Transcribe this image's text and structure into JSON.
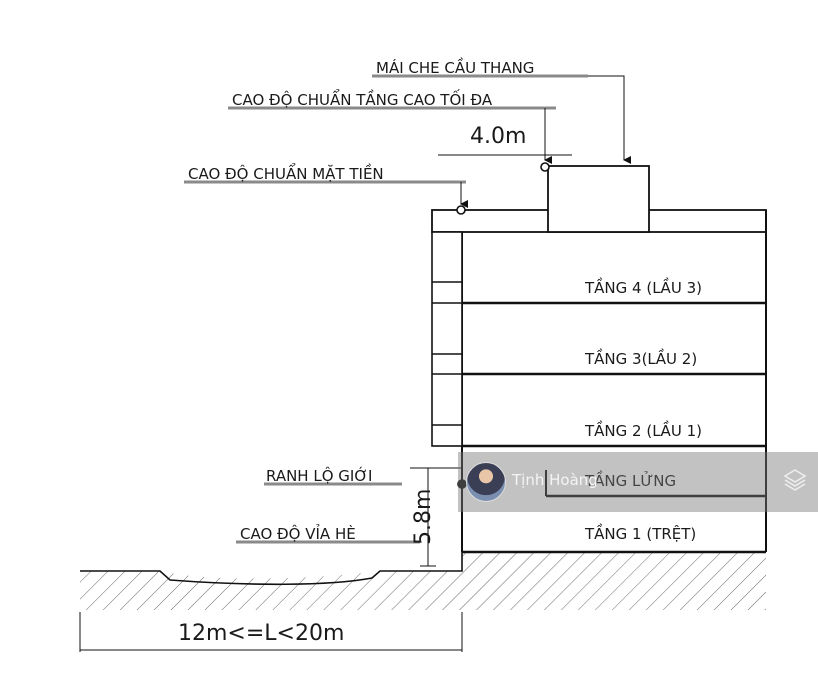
{
  "labels": {
    "stair_roof": "MÁI CHE CẦU THANG",
    "max_height_datum": "CAO ĐỘ CHUẨN TẦNG CAO TỐI ĐA",
    "height_above": "4.0m",
    "facade_datum": "CAO ĐỘ CHUẨN MẶT TIỀN",
    "setback_line": "RANH LỘ GIỚI",
    "sidewalk_datum": "CAO ĐỘ VỈA HÈ",
    "facade_height": "5.8m",
    "street_width": "12m<=L<20m"
  },
  "floors": [
    {
      "label": "TẦNG 4 (LẦU 3)"
    },
    {
      "label": "TẦNG 3(LẦU 2)"
    },
    {
      "label": "TẦNG 2 (LẦU 1)"
    },
    {
      "label": "TẦNG LỬNG"
    },
    {
      "label": "TẦNG 1 (TRỆT)"
    }
  ],
  "watermark": {
    "name": "Tịnh Hoàng"
  },
  "colors": {
    "line": "#111111",
    "leader": "#8a8a8a",
    "hatch": "#555555"
  }
}
